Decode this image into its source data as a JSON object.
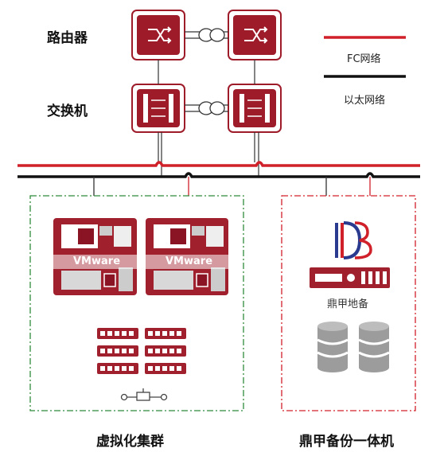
{
  "labels": {
    "router": "路由器",
    "switch": "交换机",
    "virt_cluster": "虚拟化集群",
    "backup_appliance": "鼎甲备份一体机"
  },
  "legend": {
    "fc": "FC网络",
    "ethernet": "以太网络"
  },
  "devices": {
    "vmware_left": "VMware",
    "vmware_right": "VMware",
    "dingjia_caption": "鼎甲地备"
  },
  "colors": {
    "fc_red": "#d0202a",
    "device_red": "#9e1b2a",
    "ethernet": "#111111",
    "cluster_border": "#2e8b3a",
    "backup_border": "#d0202a"
  },
  "icons": {
    "router": "crossed-arrows-icon",
    "switch": "switch-arrows-icon",
    "brand": "db-logo-icon",
    "server": "rack-server-icon",
    "database": "database-icon",
    "network": "network-link-icon"
  }
}
